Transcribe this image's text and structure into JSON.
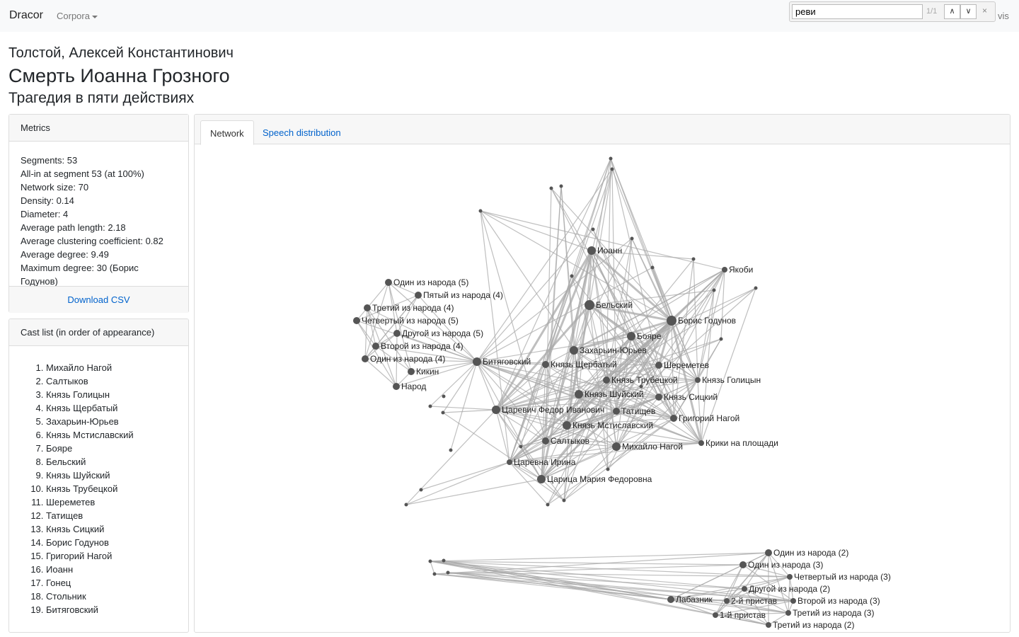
{
  "navbar": {
    "brand": "Dracor",
    "corpora": "Corpora",
    "vis": "vis"
  },
  "find": {
    "value": "реви",
    "count": "1/1",
    "prev": "∧",
    "next": "∨",
    "close": "×"
  },
  "header": {
    "author": "Толстой, Алексей Константинович",
    "title": "Смерть Иоанна Грозного",
    "subtitle": "Трагедия в пяти действиях"
  },
  "metrics": {
    "heading": "Metrics",
    "items": [
      "Segments: 53",
      "All-in at segment 53 (at 100%)",
      "Network size: 70",
      "Density: 0.14",
      "Diameter: 4",
      "Average path length: 2.18",
      "Average clustering coefficient: 0.82",
      "Average degree: 9.49",
      "Maximum degree: 30 (Борис Годунов)"
    ],
    "download": "Download CSV"
  },
  "cast": {
    "heading": "Cast list (in order of appearance)",
    "items": [
      "Михайло Нагой",
      "Салтыков",
      "Князь Голицын",
      "Князь Щербатый",
      "Захарьин-Юрьев",
      "Князь Мстиславский",
      "Бояре",
      "Бельский",
      "Князь Шуйский",
      "Князь Трубецкой",
      "Шереметев",
      "Татищев",
      "Князь Сицкий",
      "Борис Годунов",
      "Григорий Нагой",
      "Иоанн",
      "Гонец",
      "Стольник",
      "Битяговский"
    ]
  },
  "tabs": {
    "network": "Network",
    "speech": "Speech distribution"
  },
  "network": {
    "nodes": [
      "Иоанн",
      "Бельский",
      "Борис Годунов",
      "Бояре",
      "Захарьин-Юрьев",
      "Битяговский",
      "Князь Щербатый",
      "Шереметев",
      "Князь Трубецкой",
      "Князь Голицын",
      "Князь Шуйский",
      "Князь Сицкий",
      "Царевич Федор Иванович",
      "Татищев",
      "Князь Мстиславский",
      "Григорий Нагой",
      "Салтыков",
      "Михайло Нагой",
      "Крики на площади",
      "Царевна Ирина",
      "Царица Мария Федоровна",
      "Якоби",
      "Один из народа (5)",
      "Третий из народа (4)",
      "Пятый из народа (4)",
      "Четвертый из народа (5)",
      "Другой из народа (5)",
      "Второй из народа (4)",
      "Один из народа (4)",
      "Кикин",
      "Народ",
      "Лабазник",
      "2-й пристав",
      "Один из народа (3)",
      "Один из народа (2)",
      "Четвертый из народа (3)",
      "Другой из народа (2)",
      "Второй из народа (3)",
      "Третий из народа (3)",
      "Третий из народа (2)",
      "1-й пристав"
    ]
  }
}
